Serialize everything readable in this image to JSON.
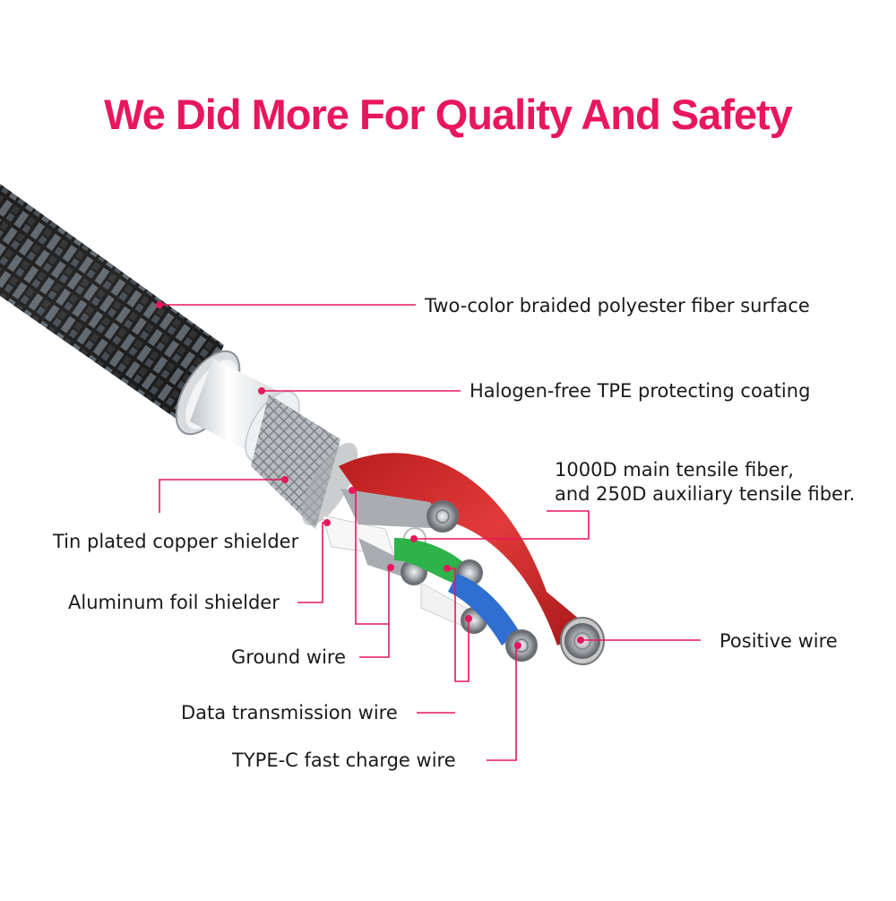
{
  "title": "We Did More For Quality And Safety",
  "accent_color": "#e8175d",
  "labels": {
    "braided_surface": "Two-color braided polyester fiber surface",
    "tpe_coating": "Halogen-free TPE protecting coating",
    "tensile_fiber_line1": "1000D main tensile fiber,",
    "tensile_fiber_line2": "and 250D auxiliary tensile fiber.",
    "tin_shielder": "Tin plated copper shielder",
    "aluminum_shielder": "Aluminum foil shielder",
    "ground_wire": "Ground wire",
    "data_wire": "Data transmission wire",
    "typec_wire": "TYPE-C fast charge wire",
    "positive_wire": "Positive wire"
  },
  "wire_colors": {
    "positive": "#d42a2a",
    "data_green": "#2eb34a",
    "data_blue": "#2f6fd0",
    "jacket": "#2b2b2b"
  }
}
